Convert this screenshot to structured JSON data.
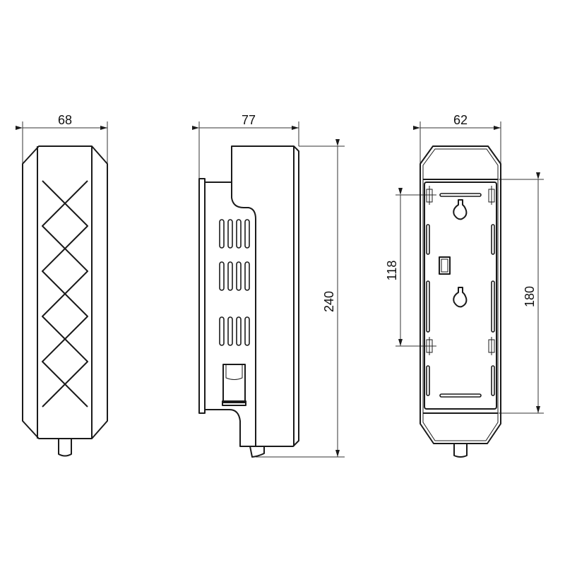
{
  "drawing": {
    "subject": "wall-mounted soap dispenser",
    "views": [
      {
        "name": "front",
        "width_label": "68"
      },
      {
        "name": "side",
        "width_label": "77",
        "height_label": "240"
      },
      {
        "name": "back",
        "width_label": "62",
        "mount_spacing_label": "118",
        "mount_height_label": "180"
      }
    ]
  },
  "dimensions": {
    "front_width": "68",
    "side_depth": "77",
    "side_height": "240",
    "back_width": "62",
    "back_hole_spacing": "118",
    "back_plate_height": "180"
  },
  "colors": {
    "line": "#1a1a1a",
    "background": "#ffffff"
  }
}
